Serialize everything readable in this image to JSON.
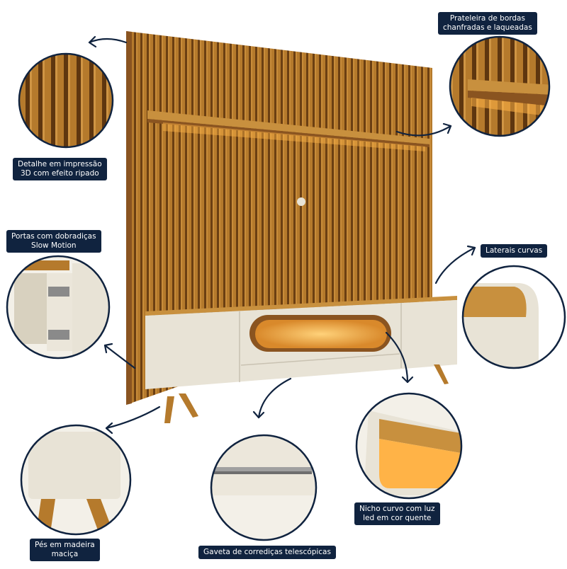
{
  "labels": {
    "panel_detail": [
      "Detalhe em impressão",
      "3D com efeito ripado"
    ],
    "shelf": [
      "Prateleira de bordas",
      "chanfradas e laqueadas"
    ],
    "doors": [
      "Portas com dobradiças",
      "Slow Motion"
    ],
    "sides": [
      "Laterais curvas"
    ],
    "feet": [
      "Pés em madeira",
      "maciça"
    ],
    "drawer": [
      "Gaveta de corrediças telescópicas"
    ],
    "niche": [
      "Nicho curvo com luz",
      "led em cor quente"
    ]
  },
  "colors": {
    "navy": "#10233f",
    "wood": "#b57a2c",
    "wood_dark": "#6b3f12",
    "off_white": "#e8e3d6",
    "led_warm": "#ffb347"
  }
}
